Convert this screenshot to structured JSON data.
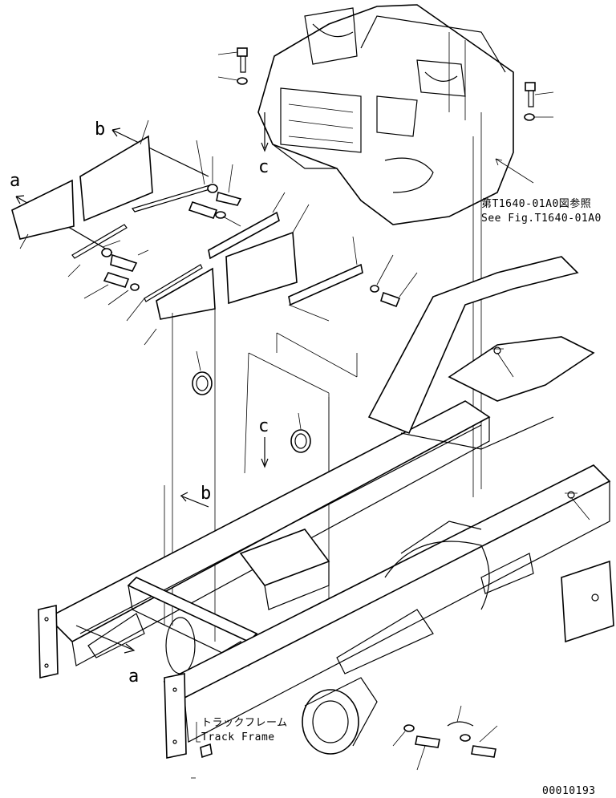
{
  "labels": {
    "a_top": "a",
    "b_top": "b",
    "c_top": "c",
    "c_mid": "c",
    "b_mid": "b",
    "a_bottom": "a"
  },
  "notes": {
    "ref_jp": "第T1640-01A0図参照",
    "ref_en": "See Fig.T1640-01A0",
    "frame_jp": "トラックフレーム",
    "frame_en": "Track Frame"
  },
  "drawing_number": "00010193"
}
